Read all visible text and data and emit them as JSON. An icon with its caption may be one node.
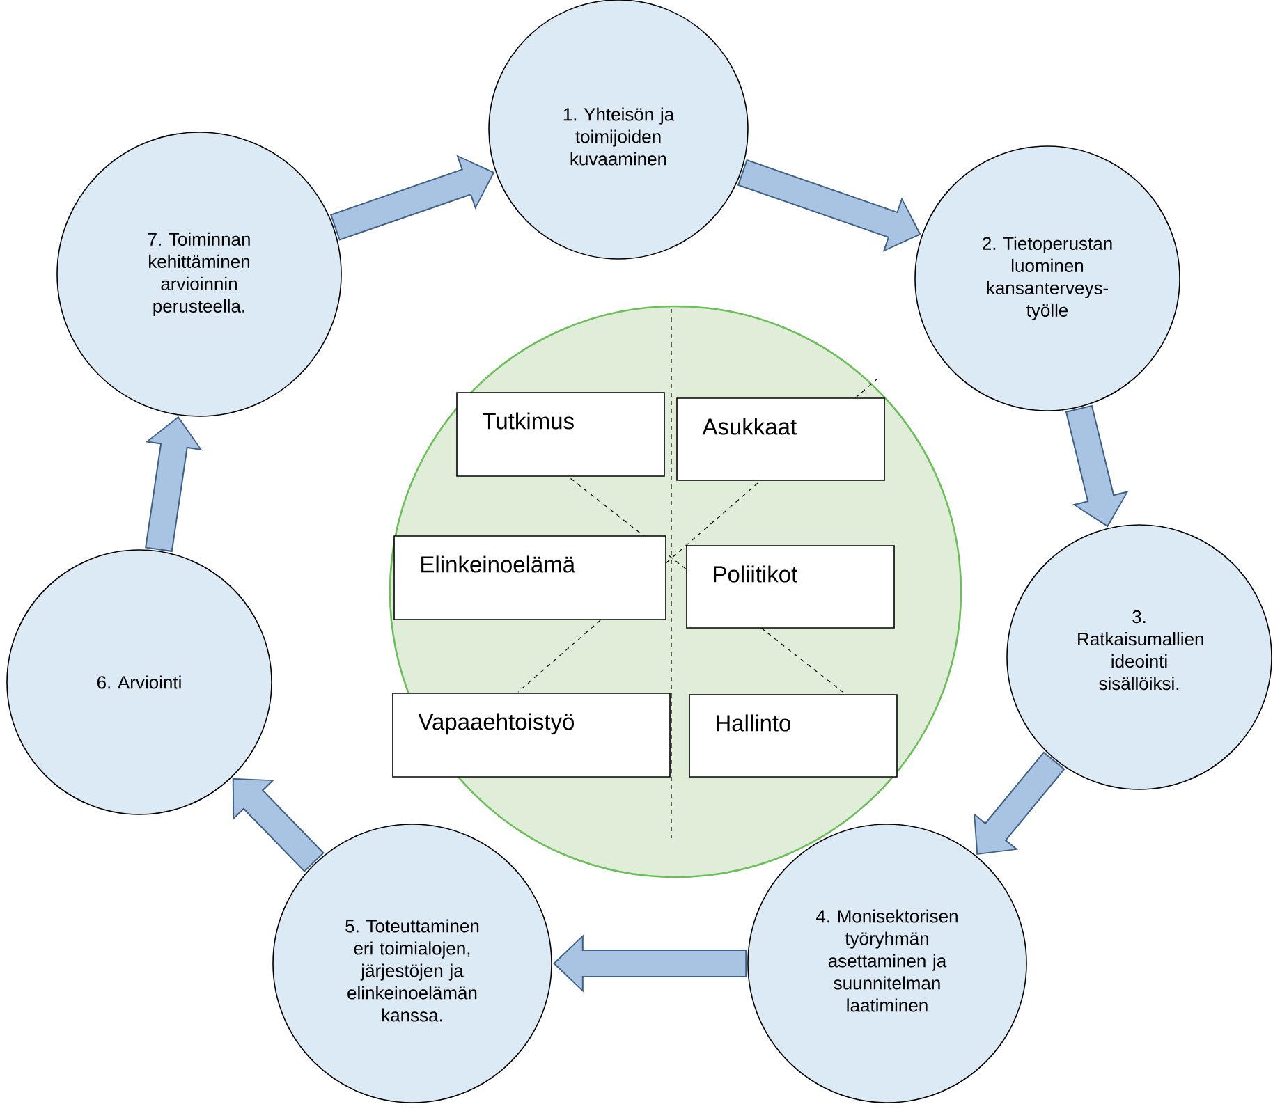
{
  "diagram": {
    "nodes": [
      {
        "text": [
          "1. Yhteisön ja toimijoiden kuvaaminen"
        ]
      },
      {
        "text": [
          "2. Tietoperustan luominen kansanterveys-työlle"
        ]
      },
      {
        "text": [
          "3. Ratkaisumallien ideointi sisällöiksi."
        ]
      },
      {
        "text": [
          "4. Monisektorisen työryhmän asettaminen ja suunnitelman laatiminen"
        ]
      },
      {
        "text": [
          "5. Toteuttaminen eri toimialojen, järjestöjen ja elinkeinoelämän kanssa."
        ]
      },
      {
        "text": [
          "6. Arviointi"
        ]
      },
      {
        "text": [
          "7. Toiminnan kehittäminen arvioinnin perusteella."
        ]
      },
      {
        "text": [],
        "shape": "circle"
      },
      {
        "text": [
          "Tutkimus"
        ],
        "in": 7
      },
      {
        "text": [
          "Asukkaat"
        ],
        "in": 7
      },
      {
        "text": [
          "Elinkeinoelämä"
        ],
        "in": 7
      },
      {
        "text": [
          "Poliitikot"
        ],
        "in": 7
      },
      {
        "text": [
          "Vapaaehtoistyö"
        ],
        "in": 7
      },
      {
        "text": [
          "Hallinto"
        ],
        "in": 7
      }
    ],
    "edges": [
      {
        "from": 0,
        "to": 1,
        "arrow": "to"
      },
      {
        "from": 1,
        "to": 2,
        "arrow": "to"
      },
      {
        "from": 2,
        "to": 3,
        "arrow": "to"
      },
      {
        "from": 3,
        "to": 4,
        "arrow": "to"
      },
      {
        "from": 4,
        "to": 5,
        "arrow": "to"
      },
      {
        "from": 5,
        "to": 6,
        "arrow": "to"
      },
      {
        "from": 6,
        "to": 0,
        "arrow": "to"
      }
    ]
  }
}
